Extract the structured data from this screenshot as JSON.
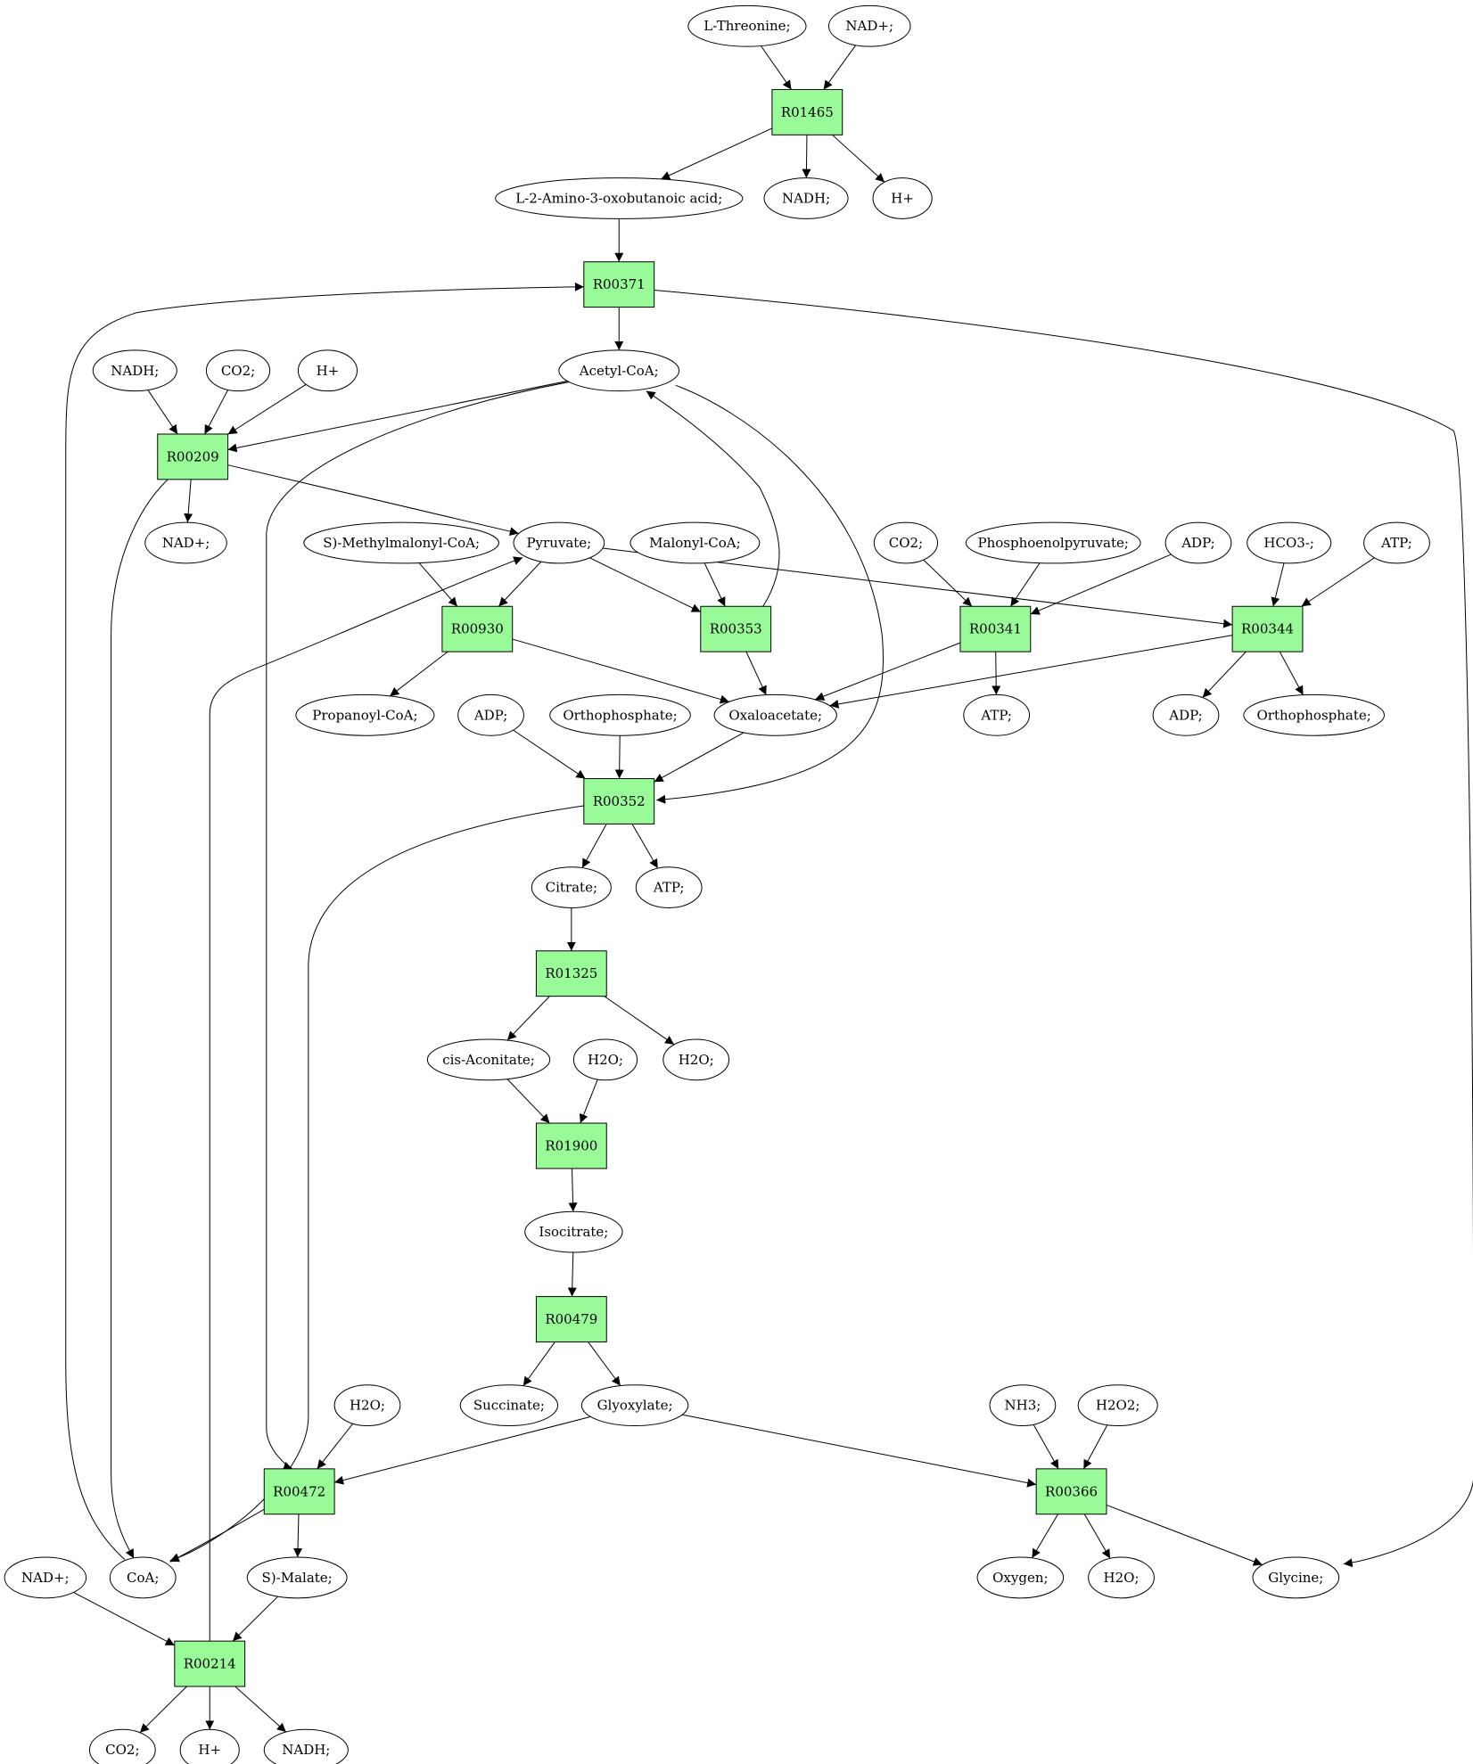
{
  "colors": {
    "reaction": "#98fb98",
    "source": "#00ff00",
    "target": "#ffff00",
    "compound": "#ffffff",
    "stroke": "#000000"
  },
  "reactions": [
    {
      "id": "R01465",
      "label": "R01465"
    },
    {
      "id": "R00371",
      "label": "R00371"
    },
    {
      "id": "R00209",
      "label": "R00209"
    },
    {
      "id": "R00930",
      "label": "R00930"
    },
    {
      "id": "R00353",
      "label": "R00353"
    },
    {
      "id": "R00341",
      "label": "R00341"
    },
    {
      "id": "R00344",
      "label": "R00344"
    },
    {
      "id": "R00352",
      "label": "R00352"
    },
    {
      "id": "R01325",
      "label": "R01325"
    },
    {
      "id": "R01900",
      "label": "R01900"
    },
    {
      "id": "R00479",
      "label": "R00479"
    },
    {
      "id": "R00472",
      "label": "R00472"
    },
    {
      "id": "R00366",
      "label": "R00366"
    },
    {
      "id": "R00214",
      "label": "R00214"
    }
  ],
  "compounds": [
    {
      "id": "c_thr",
      "label": "L-Threonine;",
      "role": "source"
    },
    {
      "id": "c_nad1",
      "label": "NAD+;"
    },
    {
      "id": "c_amino",
      "label": "L-2-Amino-3-oxobutanoic acid;"
    },
    {
      "id": "c_nadh1",
      "label": "NADH;"
    },
    {
      "id": "c_h1",
      "label": "H+"
    },
    {
      "id": "c_nadh2",
      "label": "NADH;"
    },
    {
      "id": "c_co2a",
      "label": "CO2;"
    },
    {
      "id": "c_h2",
      "label": "H+"
    },
    {
      "id": "c_acoa",
      "label": "Acetyl-CoA;"
    },
    {
      "id": "c_nad2",
      "label": "NAD+;"
    },
    {
      "id": "c_smm",
      "label": "S)-Methylmalonyl-CoA;"
    },
    {
      "id": "c_pyr",
      "label": "Pyruvate;"
    },
    {
      "id": "c_mal",
      "label": "Malonyl-CoA;"
    },
    {
      "id": "c_co2b",
      "label": "CO2;"
    },
    {
      "id": "c_pep",
      "label": "Phosphoenolpyruvate;"
    },
    {
      "id": "c_adp1",
      "label": "ADP;"
    },
    {
      "id": "c_hco3",
      "label": "HCO3-;"
    },
    {
      "id": "c_atp1",
      "label": "ATP;"
    },
    {
      "id": "c_prop",
      "label": "Propanoyl-CoA;"
    },
    {
      "id": "c_adp2",
      "label": "ADP;"
    },
    {
      "id": "c_pi1",
      "label": "Orthophosphate;"
    },
    {
      "id": "c_oaa",
      "label": "Oxaloacetate;"
    },
    {
      "id": "c_atp2",
      "label": "ATP;"
    },
    {
      "id": "c_adp3",
      "label": "ADP;"
    },
    {
      "id": "c_pi2",
      "label": "Orthophosphate;"
    },
    {
      "id": "c_cit",
      "label": "Citrate;"
    },
    {
      "id": "c_atp3",
      "label": "ATP;"
    },
    {
      "id": "c_cisa",
      "label": "cis-Aconitate;"
    },
    {
      "id": "c_h2o1",
      "label": "H2O;"
    },
    {
      "id": "c_h2o2",
      "label": "H2O;"
    },
    {
      "id": "c_isoc",
      "label": "Isocitrate;"
    },
    {
      "id": "c_succ",
      "label": "Succinate;"
    },
    {
      "id": "c_glyox",
      "label": "Glyoxylate;"
    },
    {
      "id": "c_h2o3",
      "label": "H2O;"
    },
    {
      "id": "c_nh3",
      "label": "NH3;"
    },
    {
      "id": "c_h2o2b",
      "label": "H2O2;"
    },
    {
      "id": "c_nad3",
      "label": "NAD+;"
    },
    {
      "id": "c_coa",
      "label": "CoA;"
    },
    {
      "id": "c_smal",
      "label": "S)-Malate;"
    },
    {
      "id": "c_oxy",
      "label": "Oxygen;"
    },
    {
      "id": "c_h2o4",
      "label": "H2O;"
    },
    {
      "id": "c_gly",
      "label": "Glycine;",
      "role": "target"
    },
    {
      "id": "c_co2c",
      "label": "CO2;"
    },
    {
      "id": "c_h3",
      "label": "H+"
    },
    {
      "id": "c_nadh3",
      "label": "NADH;"
    }
  ],
  "edges": [
    [
      "c_thr",
      "R01465"
    ],
    [
      "c_nad1",
      "R01465"
    ],
    [
      "R01465",
      "c_amino"
    ],
    [
      "R01465",
      "c_nadh1"
    ],
    [
      "R01465",
      "c_h1"
    ],
    [
      "c_amino",
      "R00371"
    ],
    [
      "R00371",
      "c_acoa"
    ],
    [
      "R00371",
      "c_gly"
    ],
    [
      "c_coa",
      "R00371"
    ],
    [
      "c_nadh2",
      "R00209"
    ],
    [
      "c_co2a",
      "R00209"
    ],
    [
      "c_h2",
      "R00209"
    ],
    [
      "c_acoa",
      "R00209"
    ],
    [
      "R00209",
      "c_nad2"
    ],
    [
      "R00209",
      "c_pyr"
    ],
    [
      "R00209",
      "c_coa"
    ],
    [
      "c_smm",
      "R00930"
    ],
    [
      "c_pyr",
      "R00930"
    ],
    [
      "R00930",
      "c_prop"
    ],
    [
      "R00930",
      "c_oaa"
    ],
    [
      "c_pyr",
      "R00353"
    ],
    [
      "c_mal",
      "R00353"
    ],
    [
      "R00353",
      "c_oaa"
    ],
    [
      "R00353",
      "c_acoa"
    ],
    [
      "c_co2b",
      "R00341"
    ],
    [
      "c_pep",
      "R00341"
    ],
    [
      "c_adp1",
      "R00341"
    ],
    [
      "R00341",
      "c_oaa"
    ],
    [
      "R00341",
      "c_atp2"
    ],
    [
      "c_pyr",
      "R00344"
    ],
    [
      "c_hco3",
      "R00344"
    ],
    [
      "c_atp1",
      "R00344"
    ],
    [
      "R00344",
      "c_oaa"
    ],
    [
      "R00344",
      "c_adp3"
    ],
    [
      "R00344",
      "c_pi2"
    ],
    [
      "c_adp2",
      "R00352"
    ],
    [
      "c_pi1",
      "R00352"
    ],
    [
      "c_oaa",
      "R00352"
    ],
    [
      "c_acoa",
      "R00352"
    ],
    [
      "R00352",
      "c_cit"
    ],
    [
      "R00352",
      "c_atp3"
    ],
    [
      "R00352",
      "c_coa"
    ],
    [
      "c_cit",
      "R01325"
    ],
    [
      "R01325",
      "c_cisa"
    ],
    [
      "R01325",
      "c_h2o2"
    ],
    [
      "c_cisa",
      "R01900"
    ],
    [
      "c_h2o1",
      "R01900"
    ],
    [
      "R01900",
      "c_isoc"
    ],
    [
      "c_isoc",
      "R00479"
    ],
    [
      "R00479",
      "c_succ"
    ],
    [
      "R00479",
      "c_glyox"
    ],
    [
      "c_h2o3",
      "R00472"
    ],
    [
      "c_glyox",
      "R00472"
    ],
    [
      "c_acoa",
      "R00472"
    ],
    [
      "R00472",
      "c_coa"
    ],
    [
      "R00472",
      "c_smal"
    ],
    [
      "c_nh3",
      "R00366"
    ],
    [
      "c_h2o2b",
      "R00366"
    ],
    [
      "c_glyox",
      "R00366"
    ],
    [
      "R00366",
      "c_oxy"
    ],
    [
      "R00366",
      "c_h2o4"
    ],
    [
      "R00366",
      "c_gly"
    ],
    [
      "c_nad3",
      "R00214"
    ],
    [
      "c_smal",
      "R00214"
    ],
    [
      "R00214",
      "c_co2c"
    ],
    [
      "R00214",
      "c_h3"
    ],
    [
      "R00214",
      "c_nadh3"
    ],
    [
      "R00214",
      "c_pyr"
    ]
  ]
}
